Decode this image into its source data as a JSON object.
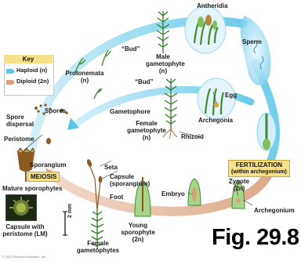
{
  "key": {
    "title": "Key",
    "haploid": "Haploid (n)",
    "diploid": "Diploid (2n)"
  },
  "colors": {
    "haploid": "#5bc6e8",
    "diploid": "#d9a07c",
    "plant_green": "#3f8d2f",
    "capsule_brown": "#8b5a1e",
    "key_bg": "#f7e08a"
  },
  "labels": {
    "bud1": "“Bud”",
    "bud2": "“Bud”",
    "antheridia": "Antheridia",
    "male_gametophyte_1": "Male",
    "male_gametophyte_2": "gametophyte",
    "male_gametophyte_3": "(n)",
    "sperm": "Sperm",
    "protonemata_1": "Protonemata",
    "protonemata_2": "(n)",
    "egg": "Egg",
    "spores": "Spores",
    "gametophore": "Gametophore",
    "archegonia": "Archegonia",
    "spore_dispersal_1": "Spore",
    "spore_dispersal_2": "dispersal",
    "female_gametophyte_1": "Female",
    "female_gametophyte_2": "gametophyte",
    "female_gametophyte_3": "(n)",
    "rhizoid": "Rhizoid",
    "peristome": "Peristome",
    "sporangium": "Sporangium",
    "seta": "Seta",
    "capsule_1": "Capsule",
    "capsule_2": "(sporangium)",
    "meiosis": "MEIOSIS",
    "fertilization_1": "FERTILIZATION",
    "fertilization_2": "(within archegonium)",
    "mature_sporophytes": "Mature sporophytes",
    "foot": "Foot",
    "zygote_1": "Zygote",
    "zygote_2": "(2n)",
    "embryo": "Embryo",
    "archegonium": "Archegonium",
    "young_sporophyte_1": "Young",
    "young_sporophyte_2": "sporophyte",
    "young_sporophyte_3": "(2n)",
    "scale_bar": "2 mm",
    "capsule_lm_1": "Capsule with",
    "capsule_lm_2": "peristome (LM)",
    "female_gametophytes_1": "Female",
    "female_gametophytes_2": "gametophytes"
  },
  "figure_label": "Fig. 29.8",
  "copyright": "© 2011 Pearson Education, Inc."
}
